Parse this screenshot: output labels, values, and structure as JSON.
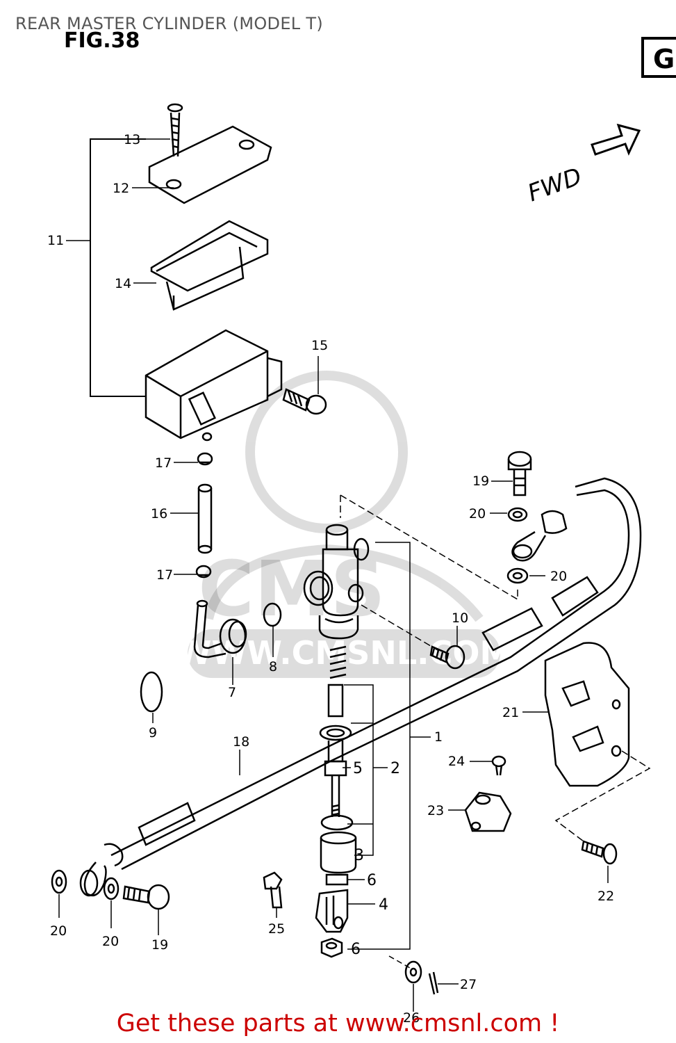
{
  "page": {
    "title": "REAR MASTER CYLINDER (MODEL T)",
    "figure_label": "FIG.38",
    "section_tab": "G",
    "direction_label": "FWD",
    "footer": "Get these parts at www.cmsnl.com !",
    "watermark_text": "WWW.CMSNL.COM",
    "watermark_logo": "CMS"
  },
  "callouts": {
    "c1": "1",
    "c2": "2",
    "c3": "3",
    "c4": "4",
    "c5": "5",
    "c6a": "6",
    "c6b": "6",
    "c7": "7",
    "c8": "8",
    "c9": "9",
    "c10": "10",
    "c11": "11",
    "c12": "12",
    "c13": "13",
    "c14": "14",
    "c15": "15",
    "c16": "16",
    "c17a": "17",
    "c17b": "17",
    "c18": "18",
    "c19a": "19",
    "c19b": "19",
    "c20a": "20",
    "c20b": "20",
    "c20c": "20",
    "c20d": "20",
    "c21": "21",
    "c22": "22",
    "c23": "23",
    "c24": "24",
    "c25": "25",
    "c26": "26",
    "c27": "27"
  }
}
